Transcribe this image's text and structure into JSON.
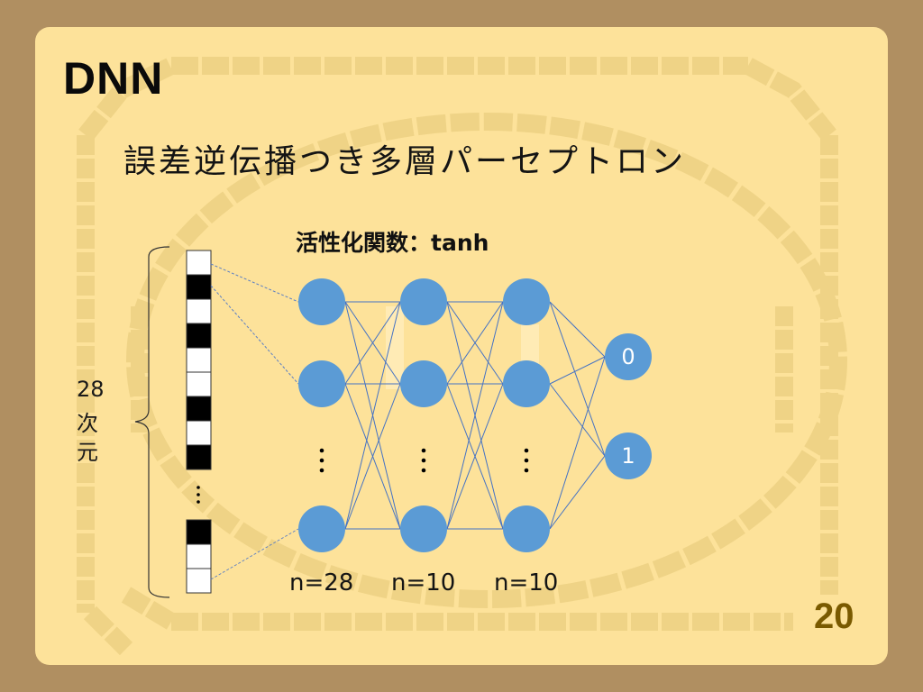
{
  "slide": {
    "title": "DNN",
    "subtitle": "誤差逆伝播つき多層パーセプトロン",
    "activation_label": "活性化関数：tanh",
    "page_number": "20"
  },
  "input": {
    "dimension_number": "28",
    "dimension_char1": "次",
    "dimension_char2": "元",
    "top_cells": [
      "white",
      "black",
      "white",
      "black",
      "white",
      "white",
      "black",
      "white",
      "black"
    ],
    "bottom_cells": [
      "black",
      "white",
      "white"
    ],
    "ellipsis": "⋮"
  },
  "layers": [
    {
      "label": "n=28"
    },
    {
      "label": "n=10"
    },
    {
      "label": "n=10"
    }
  ],
  "outputs": [
    {
      "label": "0"
    },
    {
      "label": "1"
    }
  ],
  "colors": {
    "background": "#b08f61",
    "card": "#fde29a",
    "decoration": "#efd386",
    "node": "#5b9bd5",
    "edge": "#4472c4",
    "page_number": "#7a5a00"
  }
}
